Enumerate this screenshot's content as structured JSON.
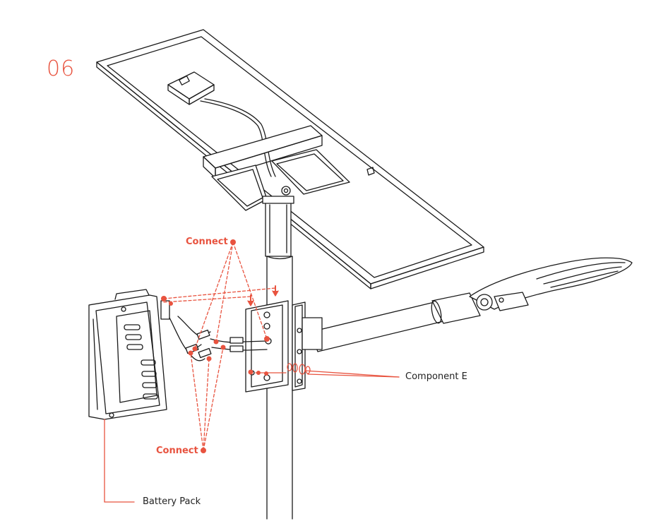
{
  "step_number": "06",
  "callouts": {
    "connect_top": "Connect",
    "connect_bottom": "Connect",
    "component_e": "Component E",
    "battery_pack": "Battery Pack"
  },
  "colors": {
    "accent": "#e8533f",
    "line": "#1a1a1a"
  }
}
